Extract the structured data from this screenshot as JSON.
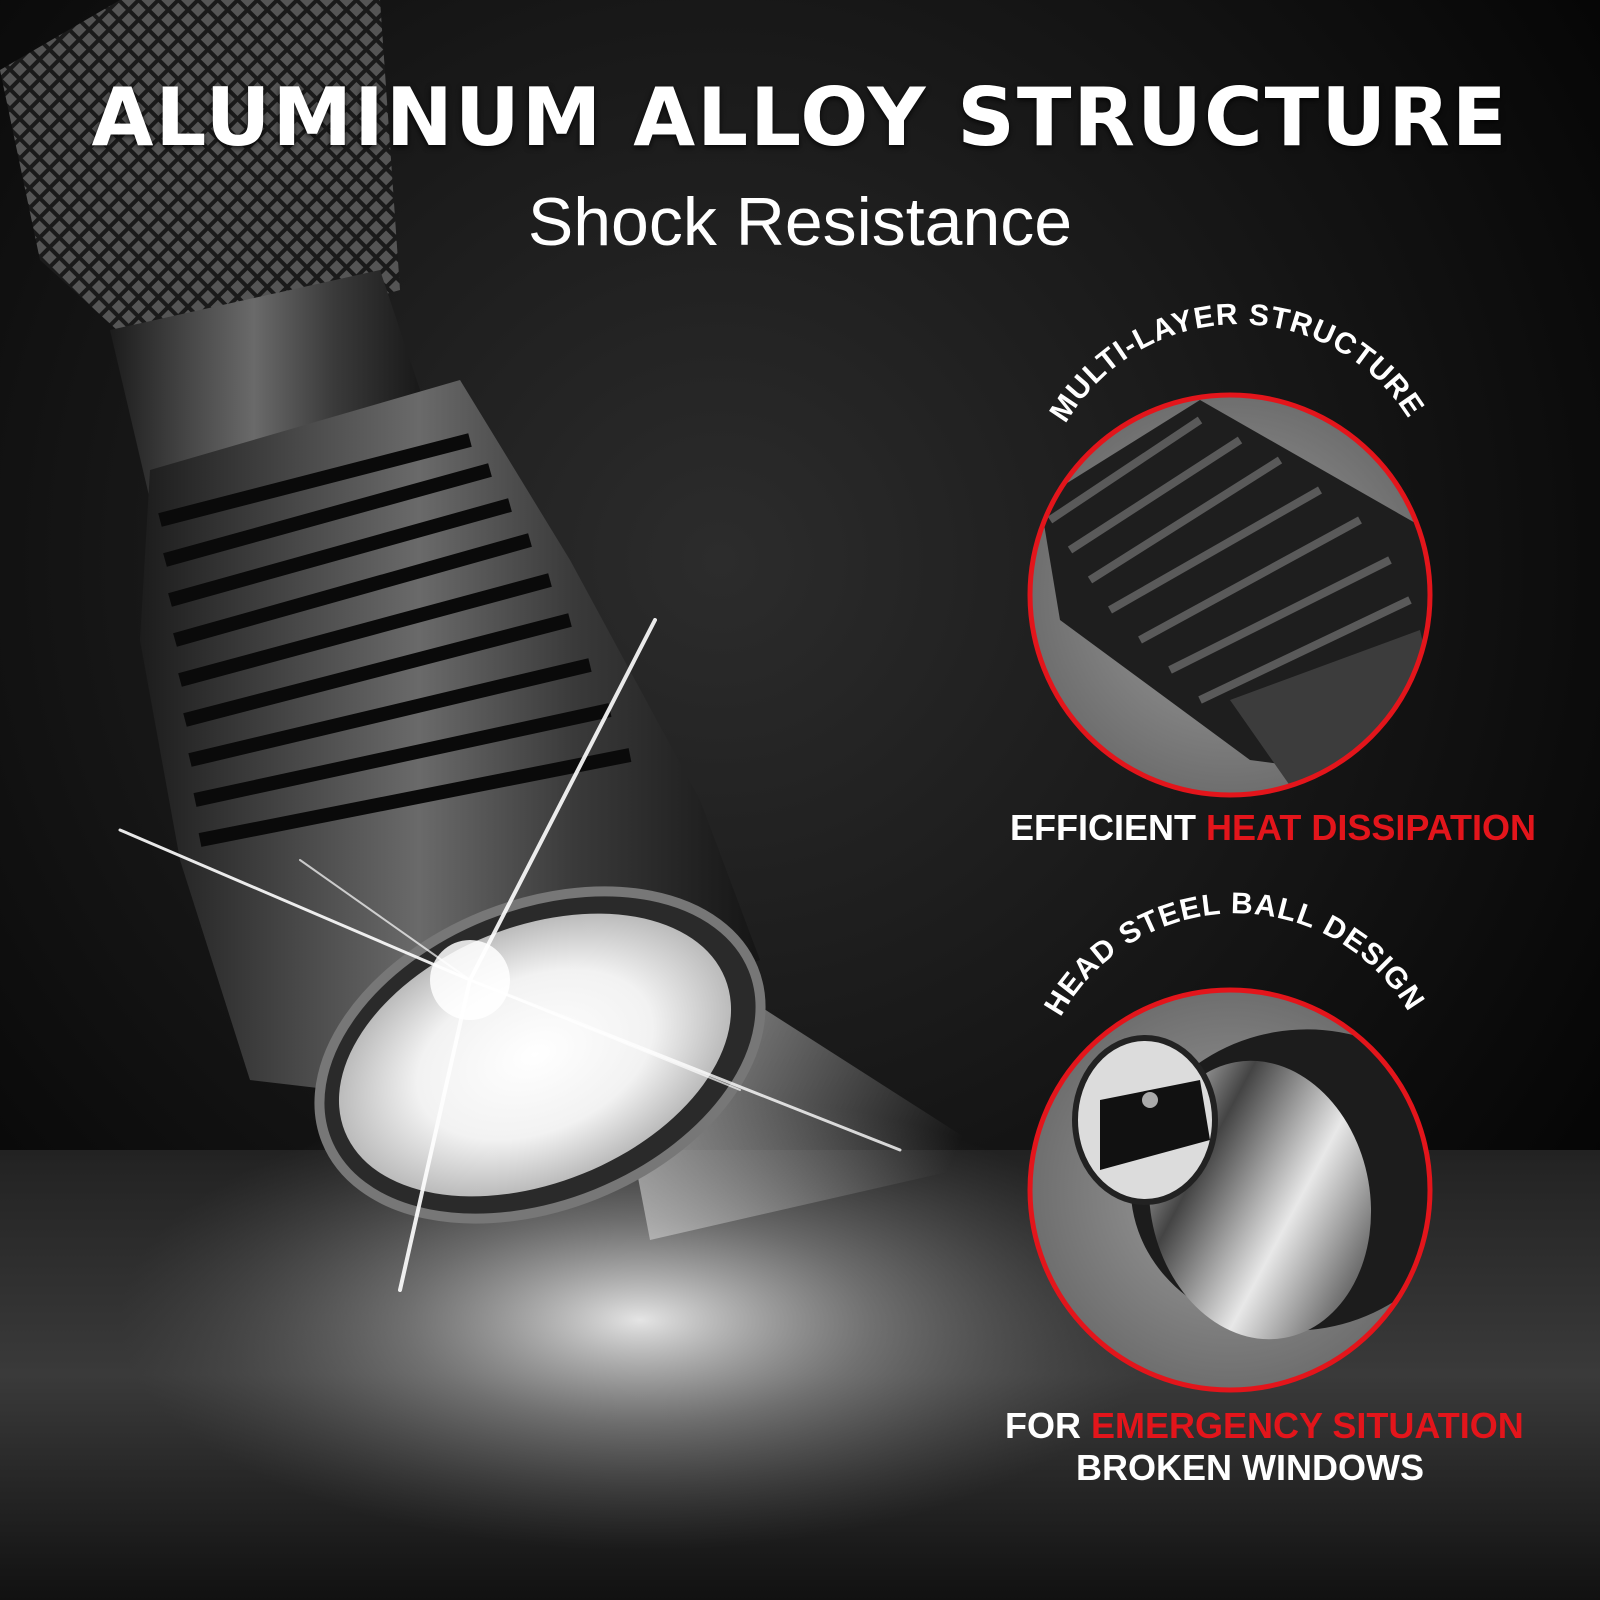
{
  "title": "ALUMINUM ALLOY STRUCTURE",
  "subtitle": "Shock Resistance",
  "features": [
    {
      "arc_label": "MULTI-LAYER STRUCTURE",
      "caption_white": "EFFICIENT",
      "caption_red": "HEAT DISSIPATION"
    },
    {
      "arc_label": "HEAD STEEL BALL DESIGN",
      "caption_white": "FOR",
      "caption_red": "EMERGENCY SITUATION",
      "caption_line2": "BROKEN WINDOWS"
    }
  ],
  "colors": {
    "background": "#050505",
    "accent_red": "#e3151b",
    "circle_fill": "#8a8a8a",
    "text": "#ffffff"
  }
}
